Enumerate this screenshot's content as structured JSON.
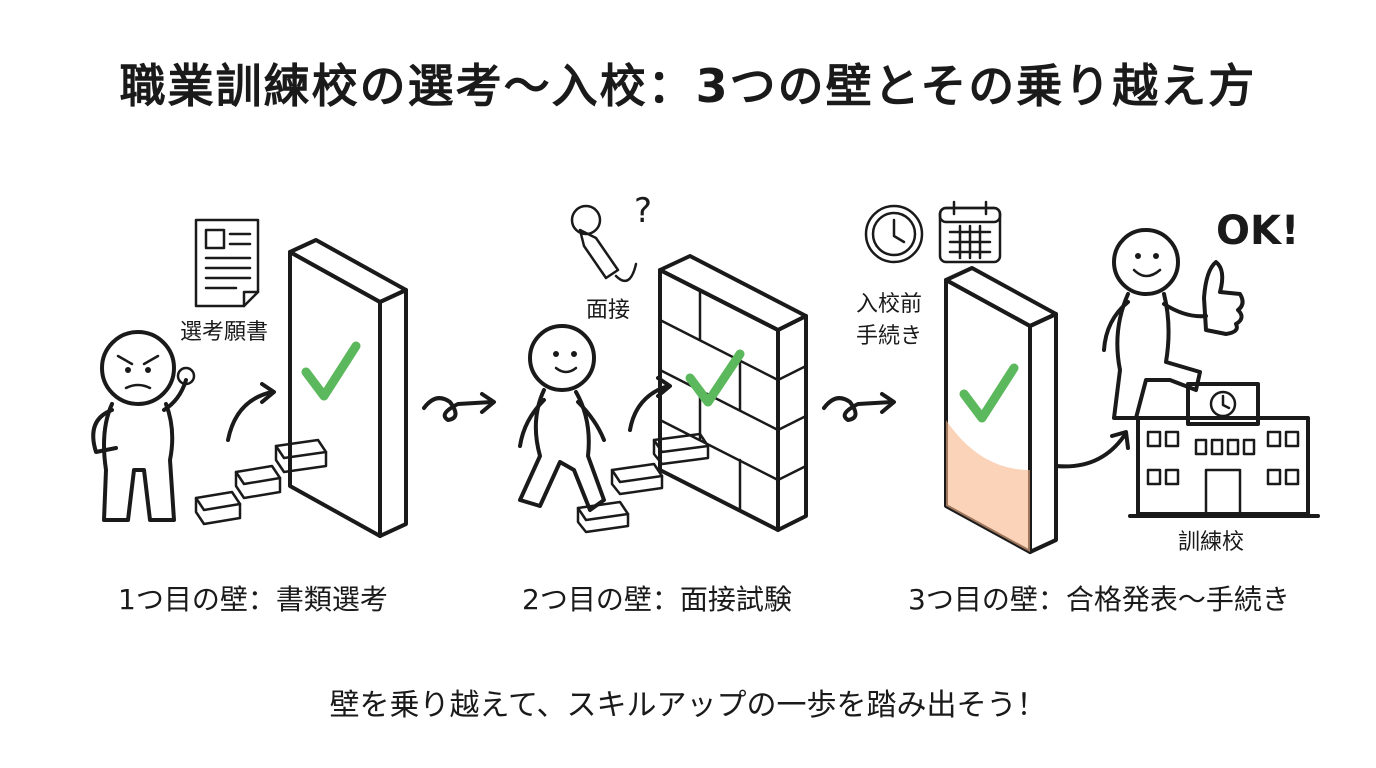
{
  "title": "職業訓練校の選考〜入校：3つの壁とその乗り越え方",
  "stages": [
    {
      "caption": "1つ目の壁：書類選考",
      "item_label": "選考願書"
    },
    {
      "caption": "2つ目の壁：面接試験",
      "item_label": "面接"
    },
    {
      "caption": "3つ目の壁：合格発表〜手続き",
      "item_label_line1": "入校前",
      "item_label_line2": "手続き"
    }
  ],
  "school_label": "訓練校",
  "ok_text": "OK!",
  "question_mark": "?",
  "footer": "壁を乗り越えて、スキルアップの一歩を踏み出そう！",
  "colors": {
    "wall_blue": "#7ea6d8",
    "wall_orange": "#f0955a",
    "check_green": "#5cb85c",
    "ink": "#1a1a1a"
  }
}
